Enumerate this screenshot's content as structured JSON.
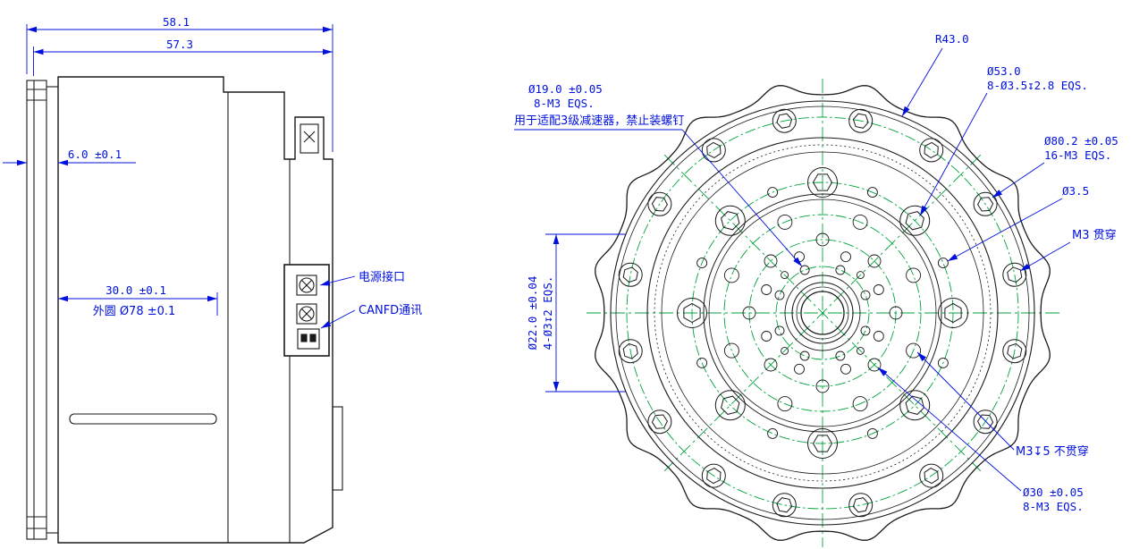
{
  "colors": {
    "geometry": "#1a1a1a",
    "dimension": "#0010dd",
    "centerline": "#00a33c"
  },
  "side_view": {
    "dim_width_outer": "58.1",
    "dim_width_inner": "57.3",
    "dim_flange_thickness": "6.0 ±0.1",
    "dim_body_length": "30.0 ±0.1",
    "dim_outer_circle": "外圆 Ø78 ±0.1",
    "label_power": "电源接口",
    "label_canfd": "CANFD通讯"
  },
  "front_view": {
    "radius_flange": "R43.0",
    "callout_bc53": {
      "line1": "Ø53.0",
      "line2": "8-Ø3.5↧2.8 EQS."
    },
    "callout_bc19": {
      "line1": "Ø19.0 ±0.05",
      "line2": "8-M3 EQS.",
      "line3": "用于适配3级减速器，禁止装螺钉"
    },
    "callout_bc80": {
      "line1": "Ø80.2 ±0.05",
      "line2": "16-M3 EQS."
    },
    "callout_hole35": "Ø3.5",
    "callout_m3_through": "M3 贯穿",
    "callout_bore22": {
      "line1": "Ø22.0 ±0.04",
      "line2": "4-Ø3↧2 EQS."
    },
    "callout_m3_blind": "M3↧5 不贯穿",
    "callout_bc30": {
      "line1": "Ø30 ±0.05",
      "line2": "8-M3 EQS."
    }
  }
}
